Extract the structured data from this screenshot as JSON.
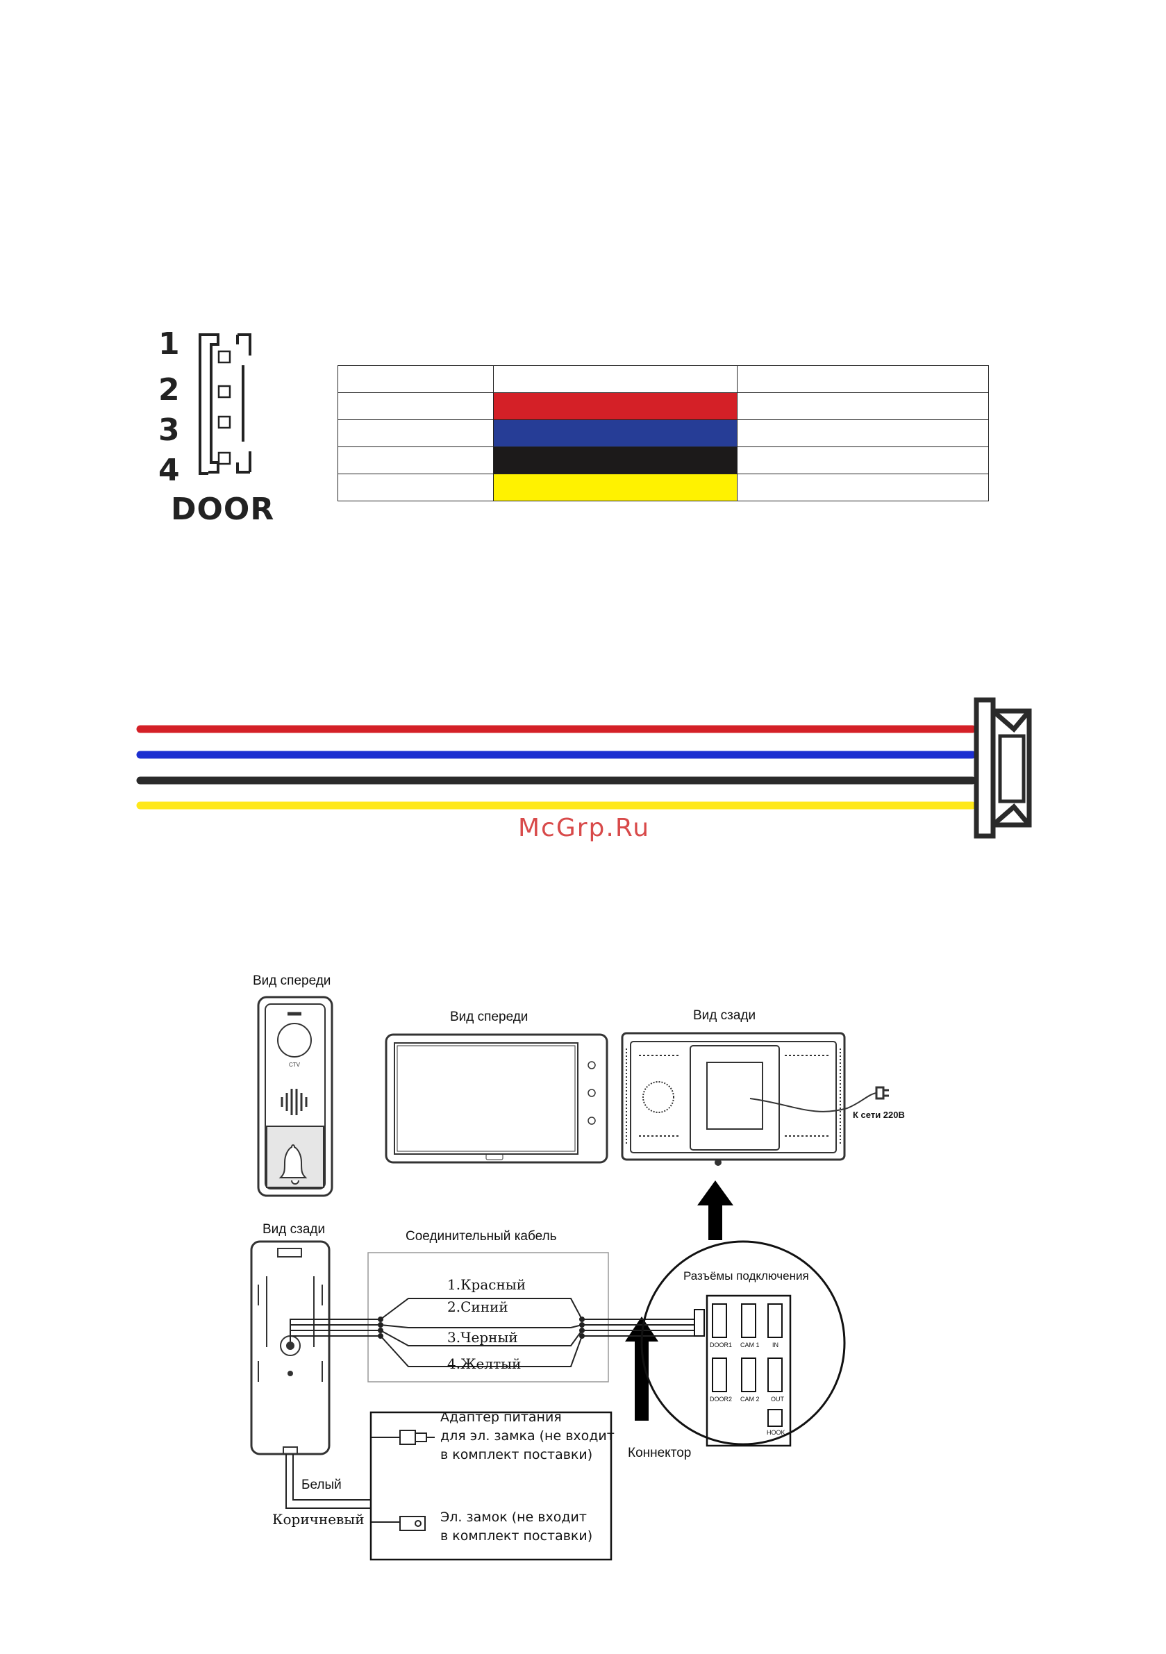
{
  "connector": {
    "pins": [
      "1",
      "2",
      "3",
      "4"
    ],
    "name": "DOOR"
  },
  "wire_table": {
    "rows": [
      {
        "color": "",
        "fill": ""
      },
      {
        "color": "red",
        "fill": "#d42027"
      },
      {
        "color": "blue",
        "fill": "#263d96"
      },
      {
        "color": "black",
        "fill": "#1c1a1a"
      },
      {
        "color": "yellow",
        "fill": "#fff200"
      }
    ]
  },
  "wires": [
    {
      "name": "red",
      "hex": "#d42027"
    },
    {
      "name": "blue",
      "hex": "#1c2fd0"
    },
    {
      "name": "black",
      "hex": "#2a2a2a"
    },
    {
      "name": "yellow",
      "hex": "#ffe81a"
    }
  ],
  "watermark": "McGrp.Ru",
  "diagram": {
    "panel_front_label": "Вид спереди",
    "panel_back_label": "Вид сзади",
    "monitor_front_label": "Вид спереди",
    "monitor_back_label": "Вид сзади",
    "mains_label": "К сети 220В",
    "cable_title": "Соединительный кабель",
    "cable_wires": [
      "1.Красный",
      "2.Синий",
      "3.Черный",
      "4.Желтый"
    ],
    "ports_title": "Разъёмы подключения",
    "ports": [
      "DOOR1",
      "CAM 1",
      "IN",
      "DOOR2",
      "CAM 2",
      "OUT",
      "HOOK"
    ],
    "connector_label": "Коннектор",
    "adapter_label": [
      "Адаптер питания",
      "для эл. замка (не входит",
      "в комплект поставки)"
    ],
    "lock_label": [
      "Эл. замок (не входит",
      "в комплект поставки)"
    ],
    "white_wire": "Белый",
    "brown_wire": "Коричневый",
    "logo": "CTV"
  }
}
